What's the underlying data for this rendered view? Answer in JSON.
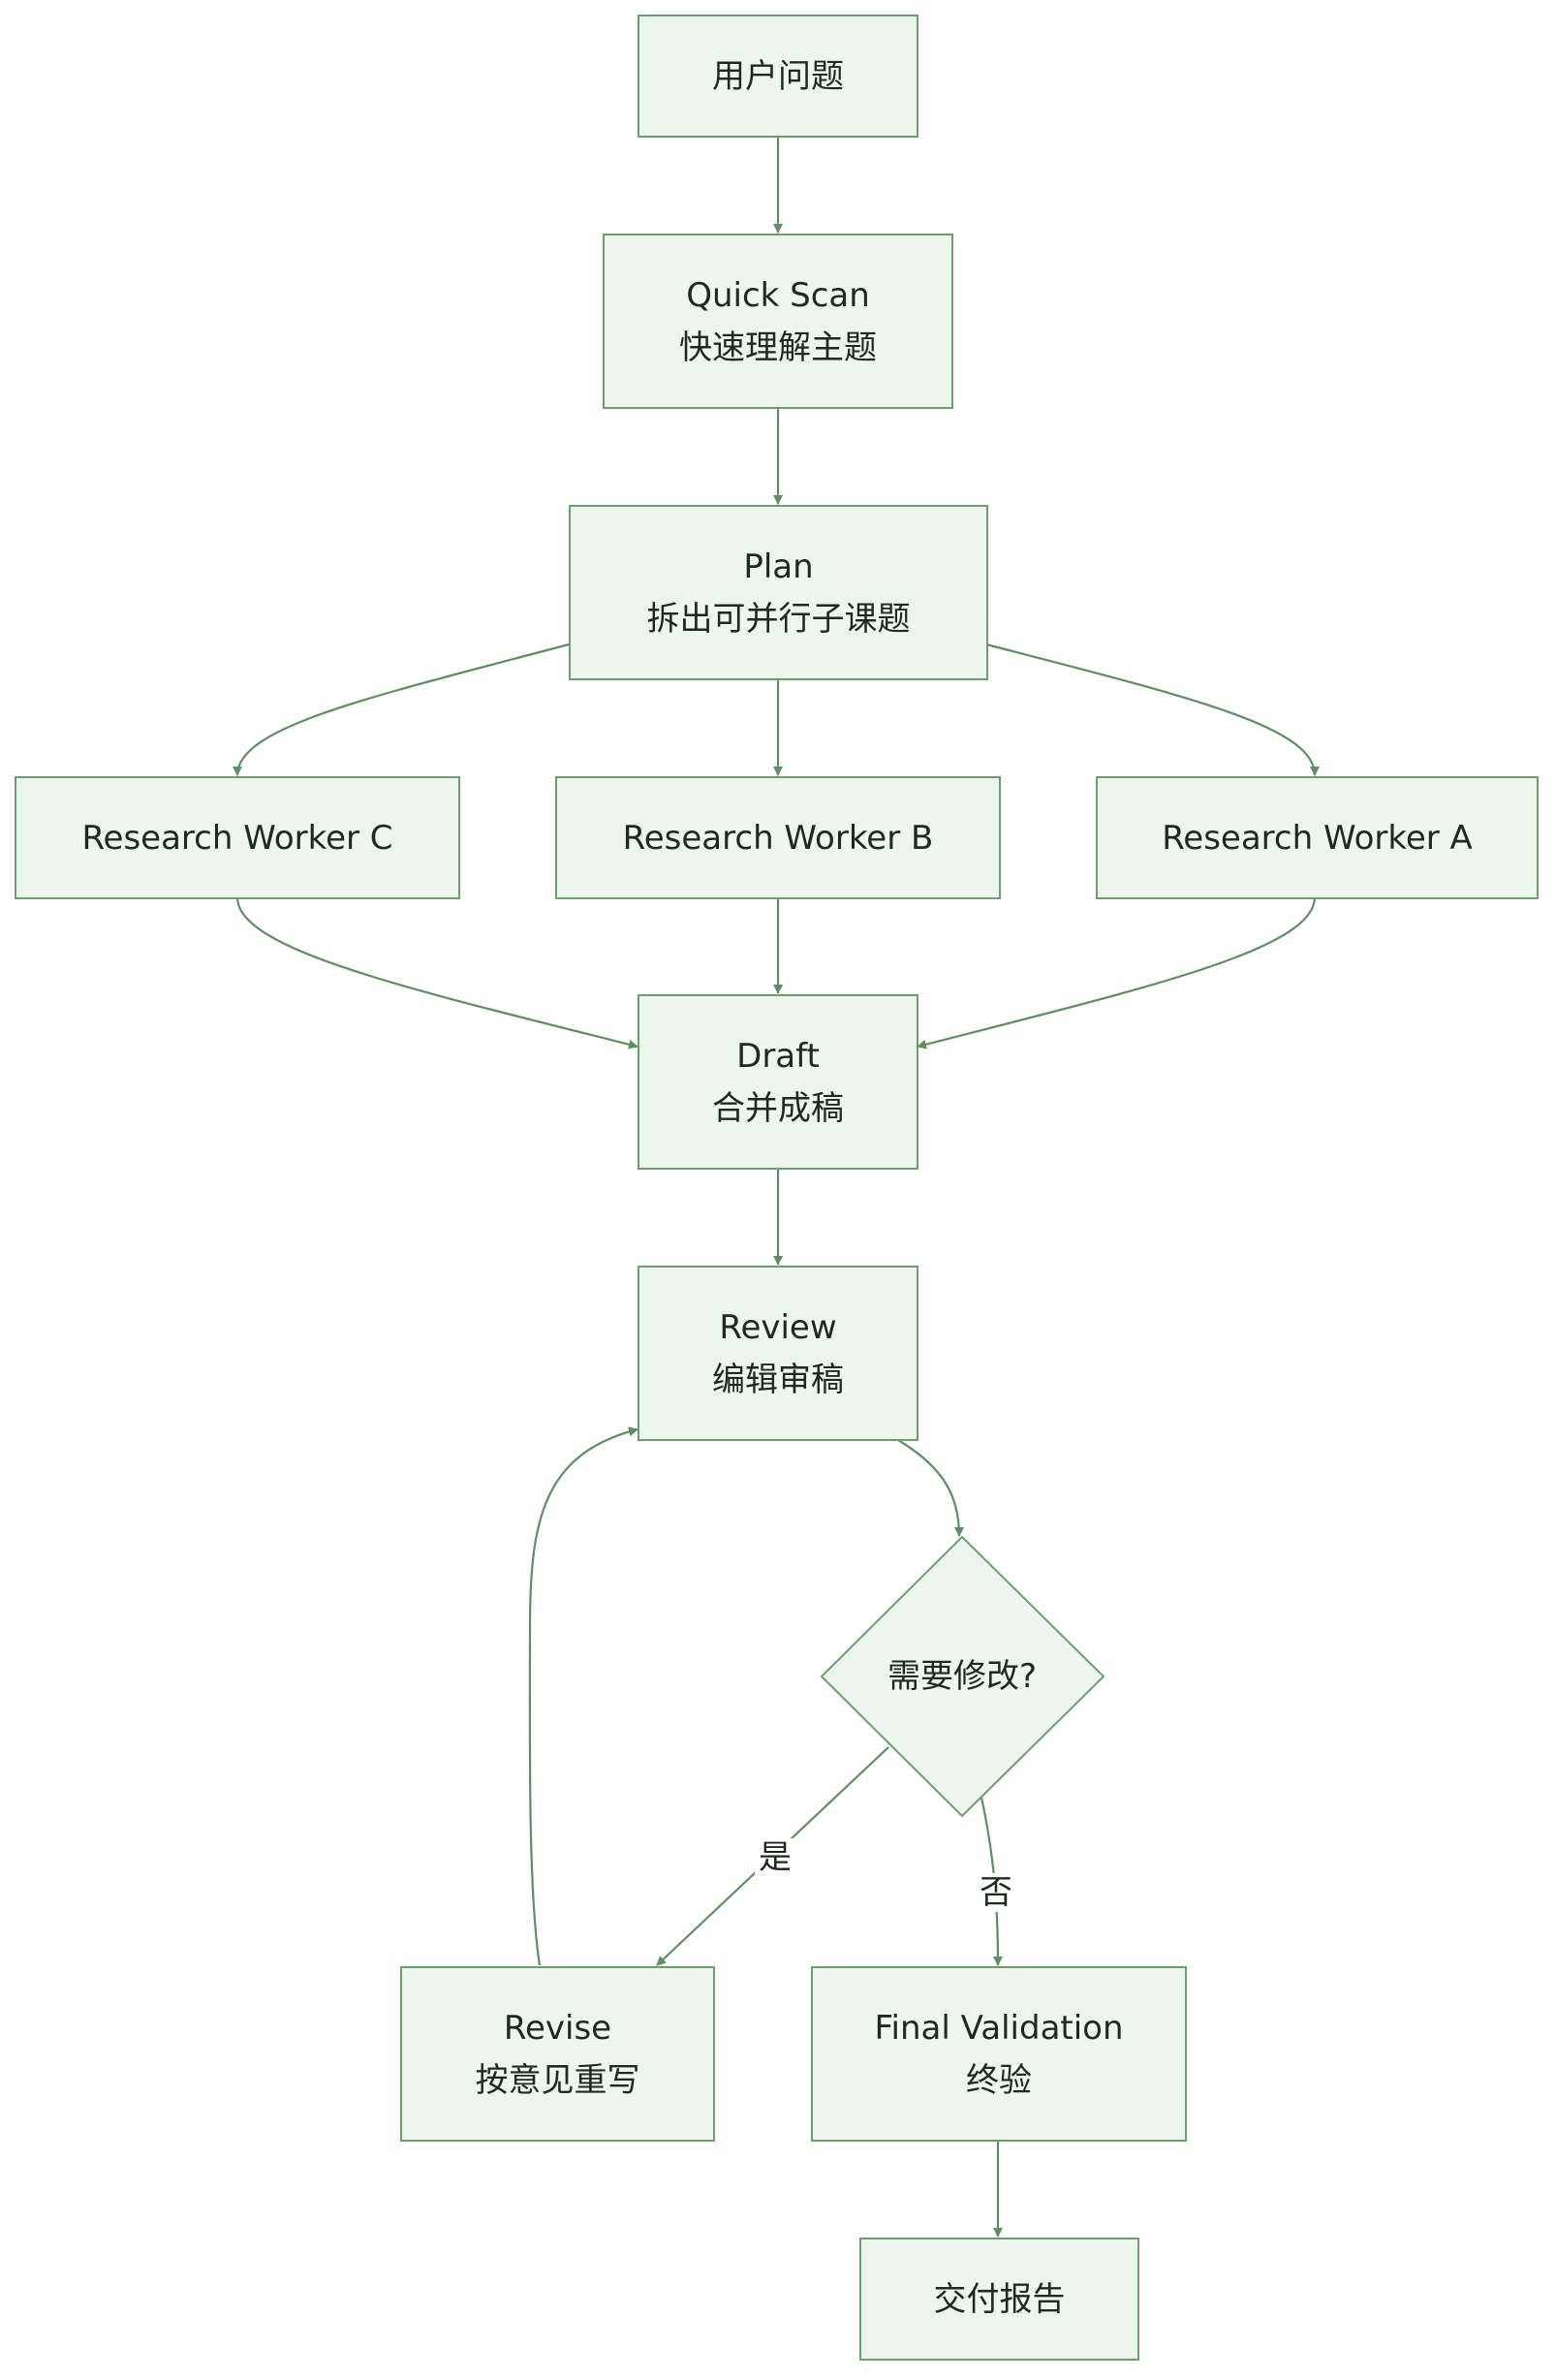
{
  "nodes": {
    "user_question": {
      "line1": "用户问题"
    },
    "quick_scan": {
      "line1": "Quick Scan",
      "line2": "快速理解主题"
    },
    "plan": {
      "line1": "Plan",
      "line2": "拆出可并行子课题"
    },
    "worker_c": {
      "line1": "Research Worker C"
    },
    "worker_b": {
      "line1": "Research Worker B"
    },
    "worker_a": {
      "line1": "Research Worker A"
    },
    "draft": {
      "line1": "Draft",
      "line2": "合并成稿"
    },
    "review": {
      "line1": "Review",
      "line2": "编辑审稿"
    },
    "decision": {
      "line1": "需要修改?"
    },
    "revise": {
      "line1": "Revise",
      "line2": "按意见重写"
    },
    "final_validation": {
      "line1": "Final Validation",
      "line2": "终验"
    },
    "deliver": {
      "line1": "交付报告"
    }
  },
  "edge_labels": {
    "yes": "是",
    "no": "否"
  },
  "colors": {
    "node_fill": "#edf6ec",
    "node_border": "#6aa06c",
    "edge": "#5e8f62",
    "text": "#1d2a1d"
  }
}
